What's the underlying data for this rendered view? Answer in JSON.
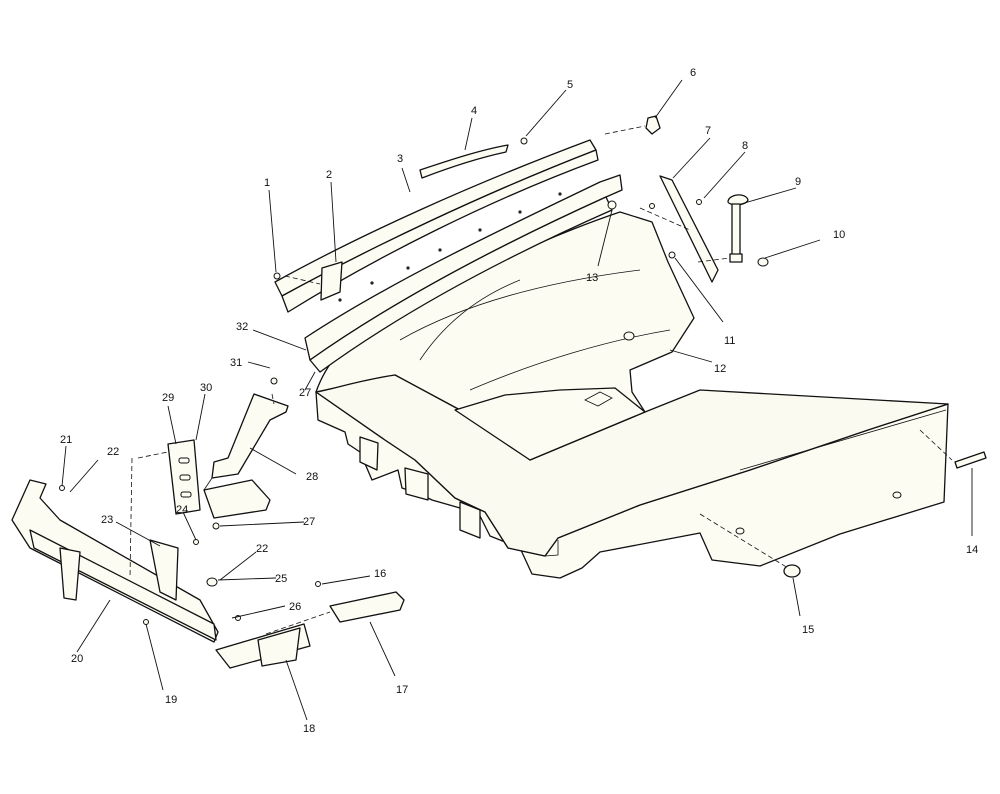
{
  "diagram": {
    "callouts": [
      "1",
      "2",
      "3",
      "4",
      "5",
      "6",
      "7",
      "8",
      "9",
      "10",
      "11",
      "12",
      "13",
      "14",
      "15",
      "16",
      "17",
      "18",
      "19",
      "20",
      "21",
      "22",
      "22",
      "23",
      "24",
      "25",
      "26",
      "27",
      "27",
      "28",
      "29",
      "30",
      "31",
      "32"
    ]
  }
}
